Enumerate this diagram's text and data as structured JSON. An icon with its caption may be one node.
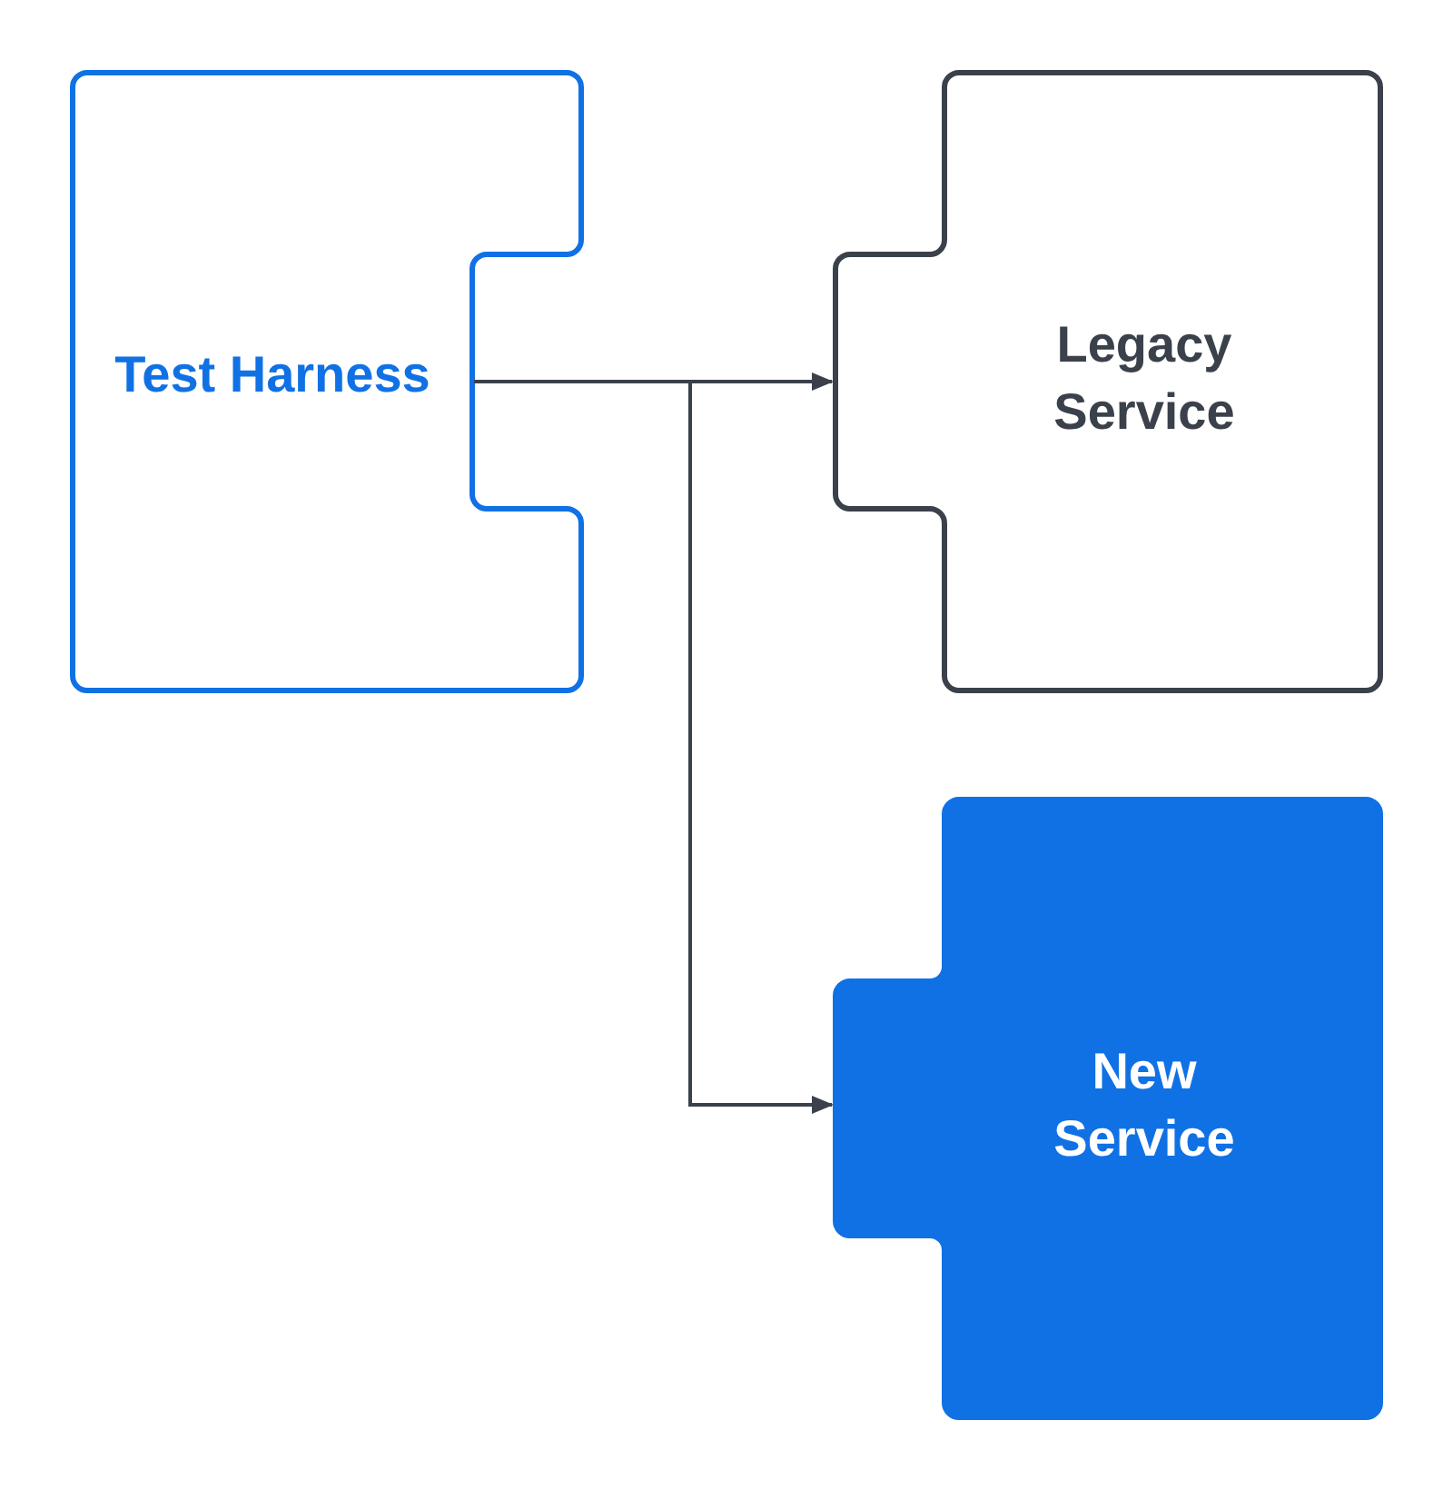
{
  "diagram": {
    "nodes": [
      {
        "text": [
          "Test Harness"
        ]
      },
      {
        "text": [
          "Legacy Service"
        ]
      },
      {
        "text": [
          "New Service"
        ]
      }
    ],
    "edges": [
      {
        "from": 0,
        "to": 1,
        "arrow": "to"
      },
      {
        "from": 0,
        "to": 2,
        "arrow": "to"
      }
    ]
  }
}
